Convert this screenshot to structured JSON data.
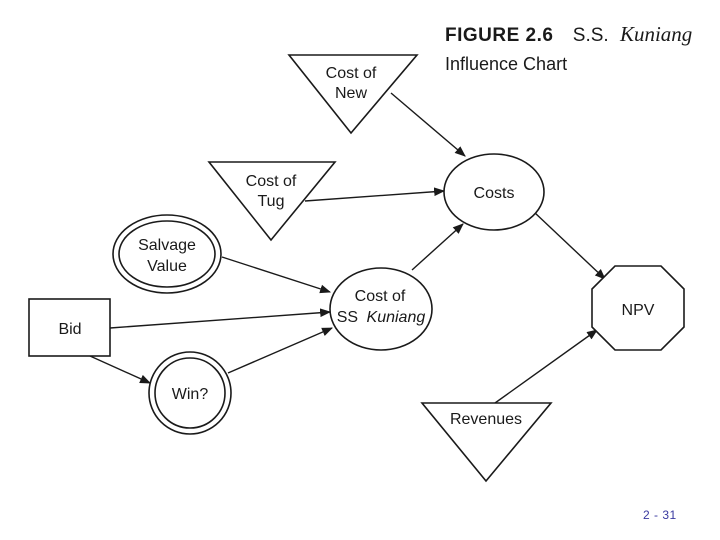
{
  "figure": {
    "number": "FIGURE 2.6",
    "vessel_prefix": "S.S.",
    "vessel_name": "Kuniang",
    "subtitle": "Influence Chart"
  },
  "nodes": {
    "cost_of_new": {
      "line1": "Cost of",
      "line2": "New"
    },
    "cost_of_tug": {
      "line1": "Cost of",
      "line2": "Tug"
    },
    "salvage_value": {
      "line1": "Salvage",
      "line2": "Value"
    },
    "bid": {
      "label": "Bid"
    },
    "win": {
      "label": "Win?"
    },
    "cost_of_ss": {
      "line1": "Cost of",
      "line2_prefix": "SS",
      "line2_name": "Kuniang"
    },
    "costs": {
      "label": "Costs"
    },
    "npv": {
      "label": "NPV"
    },
    "revenues": {
      "label": "Revenues"
    }
  },
  "page_number": "2 - 31"
}
